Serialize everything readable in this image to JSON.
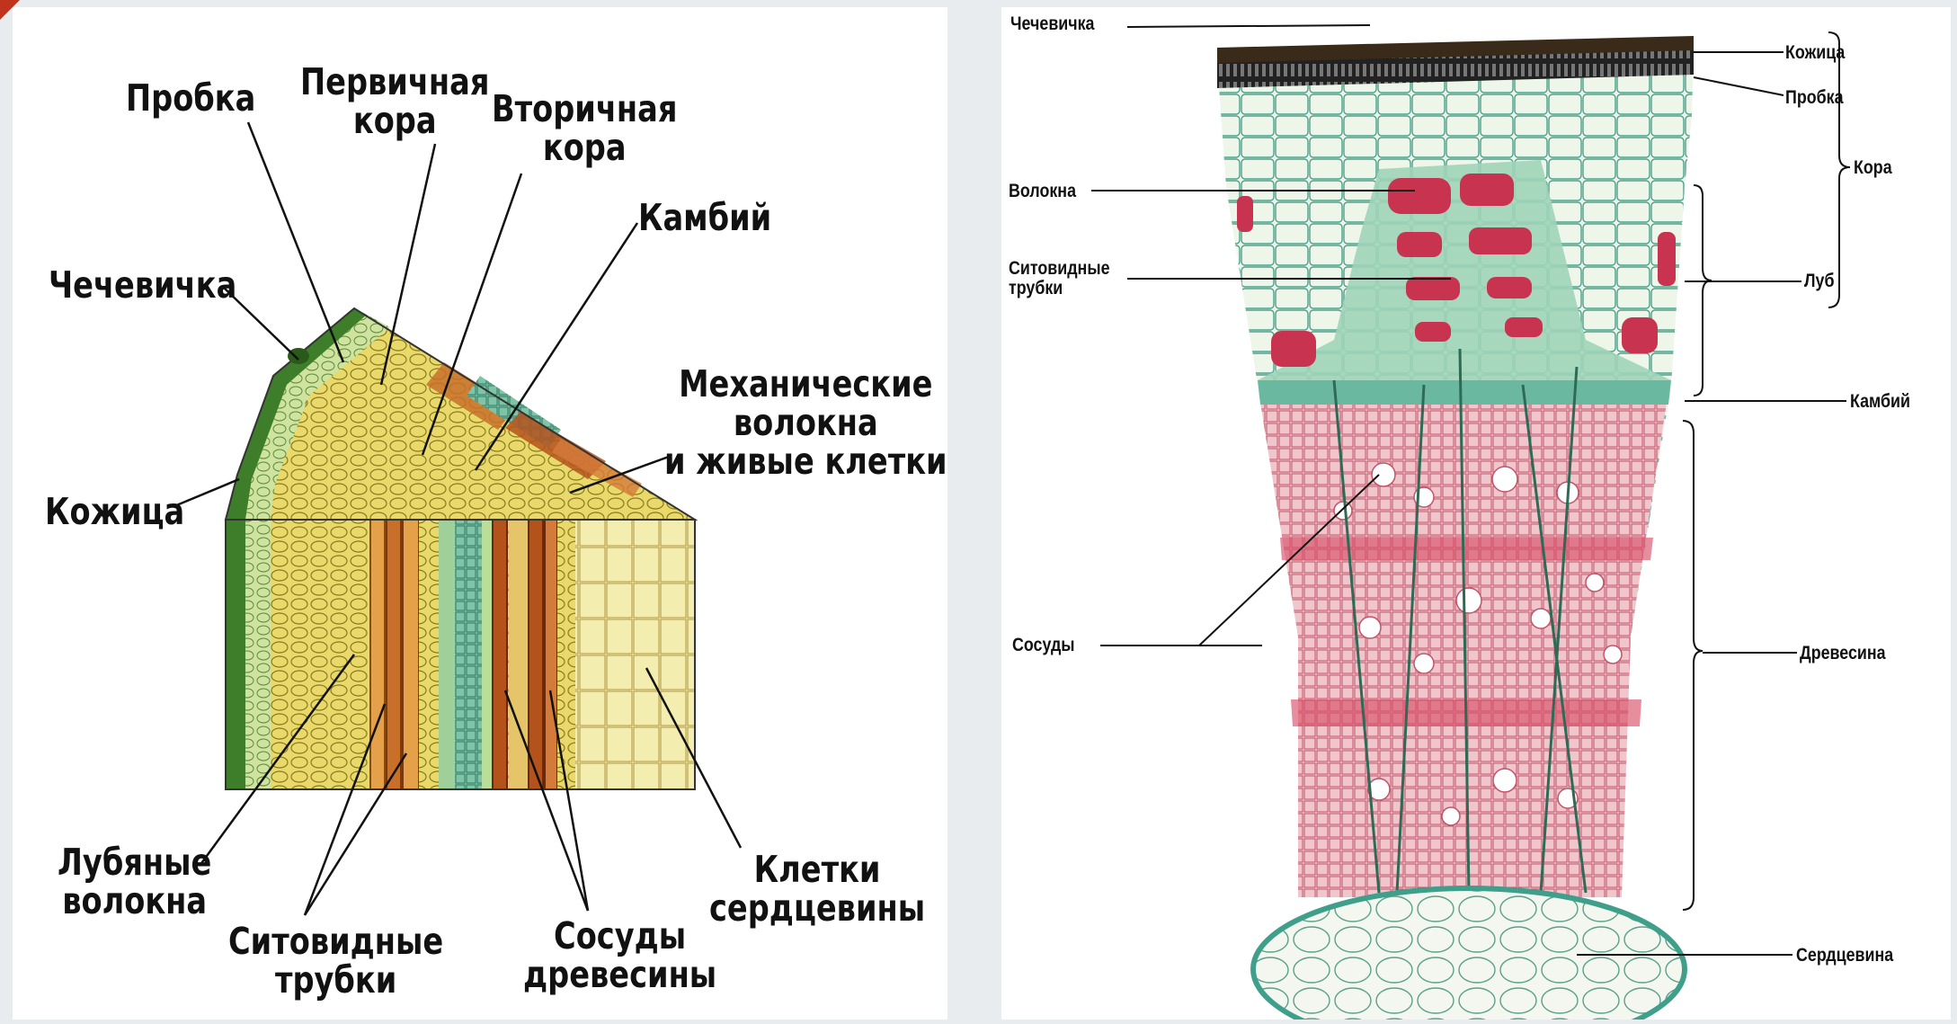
{
  "left_diagram": {
    "labels": {
      "probka": "Пробка",
      "pervichnaya_kora": "Первичная\nкора",
      "vtorichnaya_kora": "Вторичная\nкора",
      "kambiy": "Камбий",
      "chechevichka": "Чечевичка",
      "mekhanicheskie": "Механические\nволокна\nи живые клетки",
      "kozhitsa": "Кожица",
      "lubyanye_volokna": "Лубяные\nволокна",
      "sitovidnye_trubki": "Ситовидные\nтрубки",
      "sosudy_drevesiny": "Сосуды\nдревесины",
      "kletki_serdtseviny": "Клетки\nсердцевины"
    }
  },
  "right_diagram": {
    "labels": {
      "chechevichka": "Чечевичка",
      "kozhitsa": "Кожица",
      "probka": "Пробка",
      "kora": "Кора",
      "volokna": "Волокна",
      "sitovidnye_trubki": "Ситовидные\nтрубки",
      "lub": "Луб",
      "kambiy": "Камбий",
      "sosudy": "Сосуды",
      "drevesina": "Древесина",
      "serdtsevina": "Сердцевина"
    }
  },
  "colors": {
    "bark_green": "#5f9a3a",
    "cork_yellow": "#d8c84a",
    "vessel_orange": "#c8702a",
    "cambium_teal": "#3f9f8a",
    "wood_pink": "#d98a9a",
    "fiber_red": "#c8334f",
    "pith_cream": "#f2f3e6"
  }
}
